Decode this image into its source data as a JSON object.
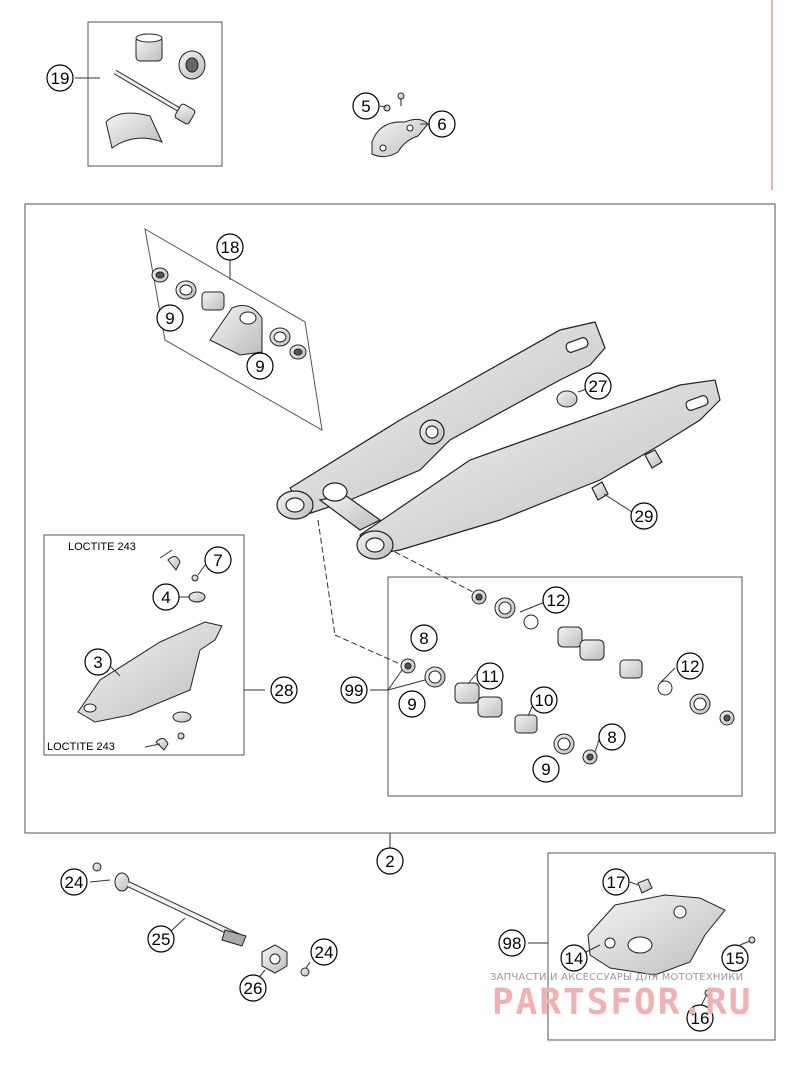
{
  "callouts": [
    {
      "id": "c19",
      "label": "19"
    },
    {
      "id": "c5",
      "label": "5"
    },
    {
      "id": "c6",
      "label": "6"
    },
    {
      "id": "c18",
      "label": "18"
    },
    {
      "id": "c9a",
      "label": "9"
    },
    {
      "id": "c9b",
      "label": "9"
    },
    {
      "id": "c27",
      "label": "27"
    },
    {
      "id": "c29",
      "label": "29"
    },
    {
      "id": "c7",
      "label": "7"
    },
    {
      "id": "c4",
      "label": "4"
    },
    {
      "id": "c3",
      "label": "3"
    },
    {
      "id": "c28",
      "label": "28"
    },
    {
      "id": "c12a",
      "label": "12"
    },
    {
      "id": "c8a",
      "label": "8"
    },
    {
      "id": "c11",
      "label": "11"
    },
    {
      "id": "c12b",
      "label": "12"
    },
    {
      "id": "c99",
      "label": "99"
    },
    {
      "id": "c9c",
      "label": "9"
    },
    {
      "id": "c10",
      "label": "10"
    },
    {
      "id": "c8b",
      "label": "8"
    },
    {
      "id": "c9d",
      "label": "9"
    },
    {
      "id": "c2",
      "label": "2"
    },
    {
      "id": "c17",
      "label": "17"
    },
    {
      "id": "c24a",
      "label": "24"
    },
    {
      "id": "c25",
      "label": "25"
    },
    {
      "id": "c98",
      "label": "98"
    },
    {
      "id": "c14",
      "label": "14"
    },
    {
      "id": "c15",
      "label": "15"
    },
    {
      "id": "c24b",
      "label": "24"
    },
    {
      "id": "c26",
      "label": "26"
    },
    {
      "id": "c16",
      "label": "16"
    }
  ],
  "labels": {
    "loctite_top": "LOCTITE 243",
    "loctite_bottom": "LOCTITE 243"
  },
  "watermark": {
    "subtitle": "ЗАПЧАСТИ И АКСЕССУАРЫ ДЛЯ МОТОТЕХНИКИ",
    "brand": "PARTSFOR.RU"
  }
}
